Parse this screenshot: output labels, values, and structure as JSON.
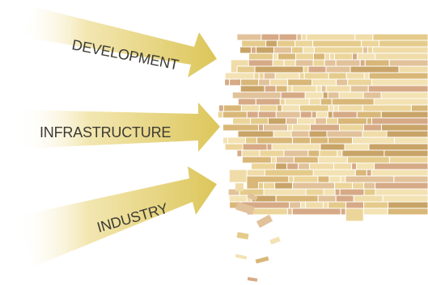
{
  "arrows": [
    {
      "label": "DEVELOPMENT"
    },
    {
      "label": "INFRASTRUCTURE"
    },
    {
      "label": "INDUSTRY"
    }
  ],
  "colors": {
    "arrow_tip": "#dcc65a",
    "arrow_tail": "#ffffff",
    "block_palette": [
      "#f3e2b3",
      "#ecd59a",
      "#e5cb8b",
      "#d9b778",
      "#c9a468",
      "#e2c29a",
      "#d6aa86",
      "#f0dca9"
    ],
    "block_stroke": "#ffffff"
  }
}
